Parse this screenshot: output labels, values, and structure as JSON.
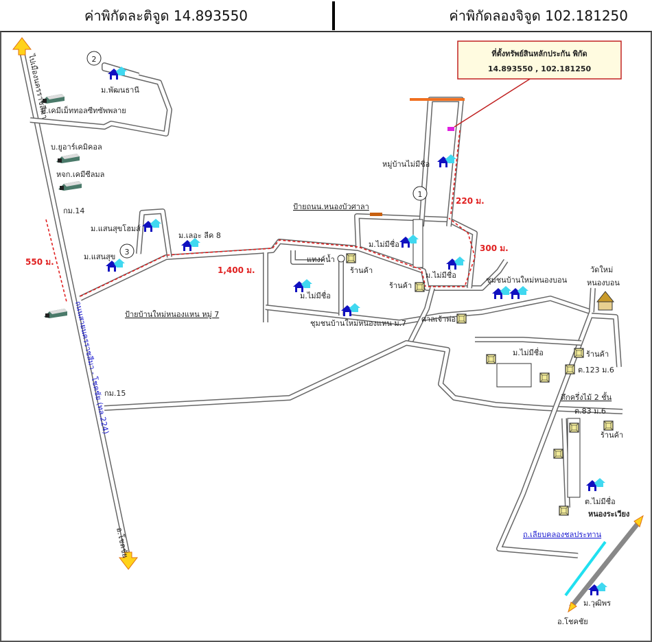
{
  "header": {
    "latitude_label": "ค่าพิกัดละติจูด 14.893550",
    "longitude_label": "ค่าพิกัดลองจิจูด 102.181250"
  },
  "callout": {
    "line1": "ที่ตั้งทรัพย์สินหลักประกัน พิกัด",
    "line2": "14.893550 , 102.181250"
  },
  "roads": {
    "to_city": "ไปเมืองนครราชสีมา",
    "highway": "ถนนสายนครราชสีมา - โชคชัย (ทล.224)",
    "to_chokchai": "อ.โชคชัย",
    "canal_road": "ถ.เลียบคลองชลประทาน"
  },
  "markers": [
    "1",
    "2",
    "3"
  ],
  "distances": {
    "d550": "550 ม.",
    "d1400": "1,400 ม.",
    "d220": "220 ม.",
    "d300": "300 ม."
  },
  "labels": {
    "phatthana": "ม.พัฒนธานี",
    "chem_metal": "บ.เคมีเม็ททอลซีทซัพพลาย",
    "ur_chem": "บ.ยูอาร์เคมิคอล",
    "chem_seal": "หจก.เคมีซีลมล",
    "km14": "กม.14",
    "km15": "กม.15",
    "saensuk_homes": "ม.แสนสุขโฮมส์",
    "le_leek": "ม.เลอะ ลีค 8",
    "saensuk": "ม.แสนสุข",
    "sign_m7": "ป้ายบ้านใหม่หนองแหน หมู่ 7",
    "nameless_village": "หมู่บ้านไม่มีชื่อ",
    "sign_nongbua": "ป้ายถนน.หนองบัวศาลา",
    "nameless_1": "ม.ไม่มีชื่อ",
    "nameless_2": "ม.ไม่มีชื่อ",
    "nameless_3": "ม.ไม่มีชื่อ",
    "nameless_4": "ม.ไม่มีชื่อ",
    "water_tank": "แทงค์น้ำ",
    "shop_1": "ร้านค้า",
    "shop_2": "ร้านค้า",
    "shop_3": "ร้านค้า",
    "shop_4": "ร้านค้า",
    "community_m7": "ชุมชนบ้านใหม่หนองแหน ม.7",
    "shrine": "ศาลเจ้าพ่อ",
    "community_nongbon": "ชุมชนบ้านใหม่หนองบอน",
    "temple_1": "วัดใหม่",
    "temple_2": "หนองบอน",
    "house_123": "ต.123 ม.6",
    "wood_building": "ตึกครึ่งไม้ 2 ชั้น",
    "house_83": "ต.83 ม.6",
    "nameless_t": "ต.ไม่มีชื่อ",
    "nong_rawiang": "หนองระเวียง",
    "wutthiphon": "ม.วุฒิพร"
  },
  "colors": {
    "route": "#e02020",
    "house": "#1010c0",
    "callout_bg": "#fffbe0",
    "callout_border": "#c02020",
    "arrow": "#ffd21a"
  }
}
